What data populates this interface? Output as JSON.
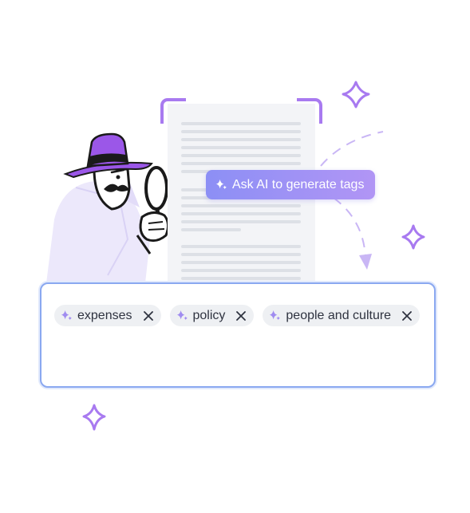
{
  "ai_button": {
    "label": "Ask AI to generate tags",
    "icon": "sparkle-icon"
  },
  "tags": [
    {
      "label": "expenses",
      "icon": "sparkle-icon",
      "remove_icon": "close-icon"
    },
    {
      "label": "policy",
      "icon": "sparkle-icon",
      "remove_icon": "close-icon"
    },
    {
      "label": "people and culture",
      "icon": "sparkle-icon",
      "remove_icon": "close-icon"
    }
  ],
  "colors": {
    "accent": "#a87af0",
    "pill_gradient_start": "#8c8ff5",
    "pill_gradient_end": "#b195f5",
    "input_border": "#8aa8f0",
    "tag_background": "#eef0f3",
    "detective_hat": "#9b57e8"
  }
}
